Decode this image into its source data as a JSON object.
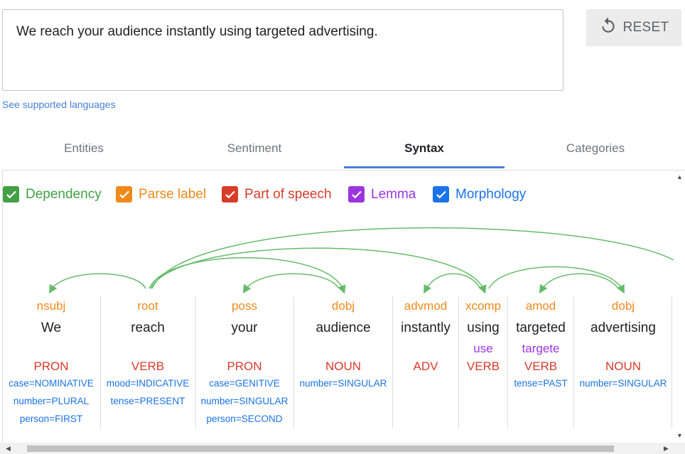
{
  "input": {
    "text": "We reach your audience instantly using targeted advertising."
  },
  "reset_button": {
    "label": "RESET",
    "icon": "reset-icon"
  },
  "supported_link": "See supported languages",
  "tabs": [
    {
      "label": "Entities",
      "active": false
    },
    {
      "label": "Sentiment",
      "active": false
    },
    {
      "label": "Syntax",
      "active": true
    },
    {
      "label": "Categories",
      "active": false
    }
  ],
  "legend": [
    {
      "label": "Dependency",
      "color": "#43a047",
      "checked": true
    },
    {
      "label": "Parse label",
      "color": "#ee8a1b",
      "checked": true
    },
    {
      "label": "Part of speech",
      "color": "#d93b2b",
      "checked": true
    },
    {
      "label": "Lemma",
      "color": "#9b36e0",
      "checked": true
    },
    {
      "label": "Morphology",
      "color": "#1a73e8",
      "checked": true
    }
  ],
  "tokens": [
    {
      "dep": "nsubj",
      "word": "We",
      "lemma": "",
      "pos": "PRON",
      "morph": [
        "case=NOMINATIVE",
        "number=PLURAL",
        "person=FIRST"
      ]
    },
    {
      "dep": "root",
      "word": "reach",
      "lemma": "",
      "pos": "VERB",
      "morph": [
        "mood=INDICATIVE",
        "tense=PRESENT"
      ]
    },
    {
      "dep": "poss",
      "word": "your",
      "lemma": "",
      "pos": "PRON",
      "morph": [
        "case=GENITIVE",
        "number=SINGULAR",
        "person=SECOND"
      ]
    },
    {
      "dep": "dobj",
      "word": "audience",
      "lemma": "",
      "pos": "NOUN",
      "morph": [
        "number=SINGULAR"
      ]
    },
    {
      "dep": "advmod",
      "word": "instantly",
      "lemma": "",
      "pos": "ADV",
      "morph": []
    },
    {
      "dep": "xcomp",
      "word": "using",
      "lemma": "use",
      "pos": "VERB",
      "morph": []
    },
    {
      "dep": "amod",
      "word": "targeted",
      "lemma": "targete",
      "pos": "VERB",
      "morph": [
        "tense=PAST"
      ]
    },
    {
      "dep": "dobj",
      "word": "advertising",
      "lemma": "",
      "pos": "NOUN",
      "morph": [
        "number=SINGULAR"
      ]
    }
  ]
}
